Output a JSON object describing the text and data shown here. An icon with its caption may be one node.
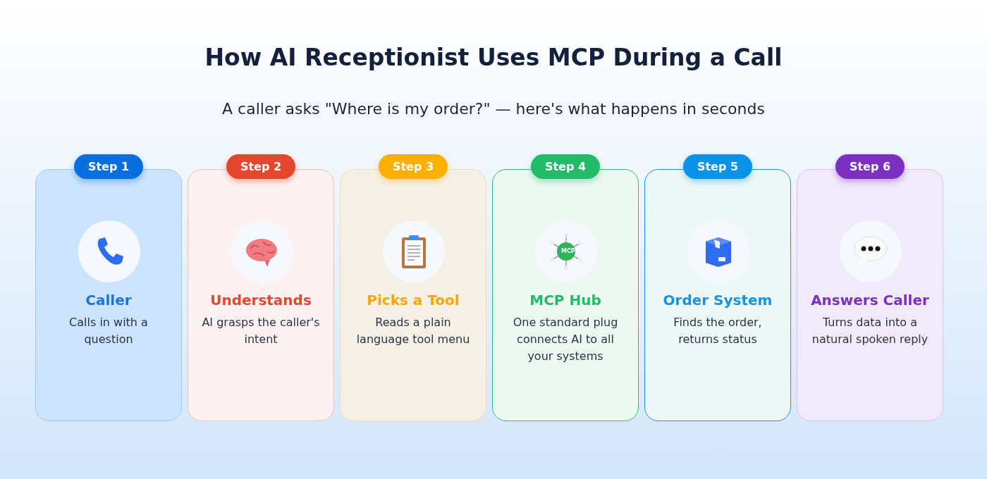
{
  "diagram": {
    "title": "How AI Receptionist Uses MCP During a Call",
    "caption": "A caller asks \"Where is my order?\" — here's what happens in seconds",
    "nodes": [
      {
        "text": [
          "Step 1",
          "Caller",
          "Calls in with a question"
        ]
      },
      {
        "text": [
          "Step 2",
          "Understands",
          "AI grasps the caller's intent"
        ]
      },
      {
        "text": [
          "Step 3",
          "Picks a Tool",
          "Reads a plain language tool menu"
        ]
      },
      {
        "text": [
          "Step 4",
          "MCP Hub",
          "One standard plug connects AI to all your systems"
        ]
      },
      {
        "text": [
          "Step 5",
          "Order System",
          "Finds the order, returns status"
        ]
      },
      {
        "text": [
          "Step 6",
          "Answers Caller",
          "Turns data into a natural spoken reply"
        ]
      }
    ],
    "labels": [
      "MCP"
    ]
  }
}
